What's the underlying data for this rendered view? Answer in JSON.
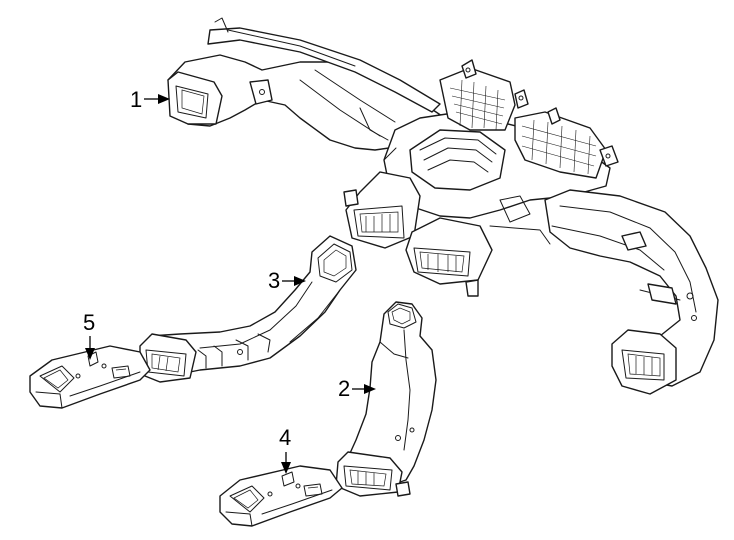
{
  "callouts": [
    {
      "id": "callout-1",
      "label": "1"
    },
    {
      "id": "callout-2",
      "label": "2"
    },
    {
      "id": "callout-3",
      "label": "3"
    },
    {
      "id": "callout-4",
      "label": "4"
    },
    {
      "id": "callout-5",
      "label": "5"
    }
  ],
  "colors": {
    "line": "#1a1a1a",
    "background": "#ffffff"
  }
}
